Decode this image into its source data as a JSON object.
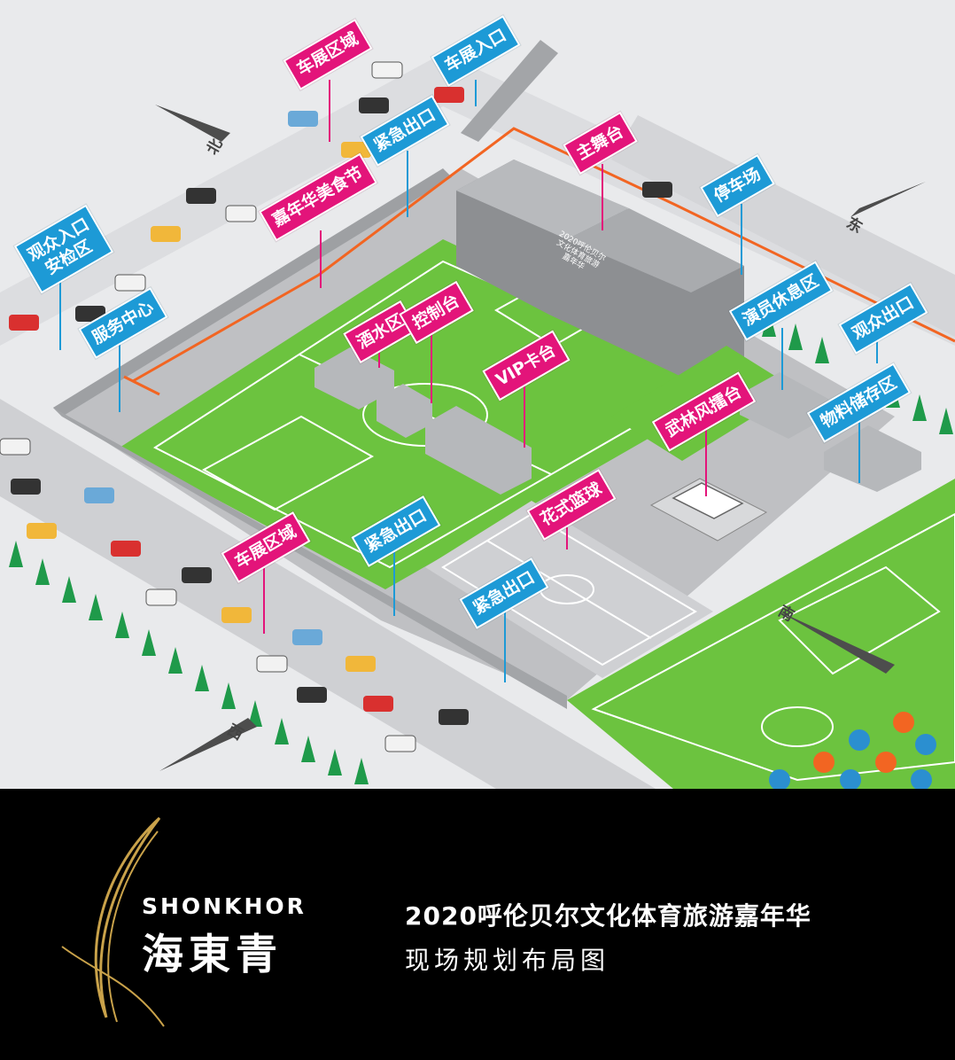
{
  "map": {
    "labels": {
      "car_show_top": "车展区域",
      "car_entrance": "车展入口",
      "emergency_exit_top": "紧急出口",
      "main_stage": "主舞台",
      "food_festival": "嘉年华美食节",
      "parking": "停车场",
      "audience_entrance": "观众入口\n安检区",
      "service_center": "服务中心",
      "drinks_area": "酒水区",
      "control_desk": "控制台",
      "vip_booth": "VIP卡台",
      "performer_lounge": "演员休息区",
      "audience_exit": "观众出口",
      "martial_arts_arena": "武林风擂台",
      "material_storage": "物料储存区",
      "fancy_basketball": "花式篮球",
      "emergency_exit_mid": "紧急出口",
      "emergency_exit_court": "紧急出口",
      "car_show_bottom": "车展区域"
    },
    "stage_sign": "2020呼伦贝尔\n文化体育旅游\n嘉年华",
    "directions": {
      "north": "北",
      "east": "东",
      "south": "南",
      "west": "西"
    },
    "colors": {
      "pink": "#e3147a",
      "blue": "#1d9ad6",
      "grass": "#6cc33f",
      "route": "#f26522",
      "road": "#c9cacc"
    }
  },
  "footer": {
    "brand_en": "SHONKHOR",
    "brand_cn": "海東青",
    "title": "2020呼伦贝尔文化体育旅游嘉年华",
    "subtitle": "现场规划布局图",
    "logo_icon": "feather-logo-icon"
  }
}
